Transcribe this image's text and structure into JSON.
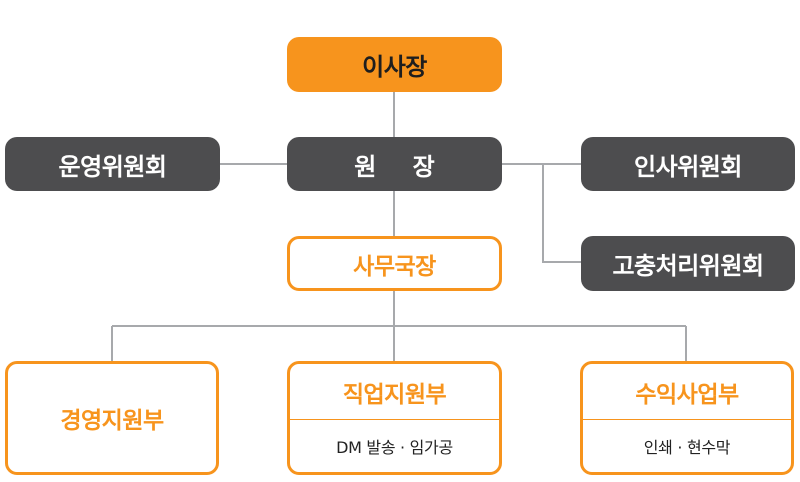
{
  "chairman": "이사장",
  "director": "원 장",
  "operating_committee": "운영위원회",
  "personnel_committee": "인사위원회",
  "grievance_committee": "고충처리위원회",
  "secretary_general": "사무국장",
  "management_support": "경영지원부",
  "job_support": {
    "title": "직업지원부",
    "duties": "DM 발송 · 임가공"
  },
  "profit_business": {
    "title": "수익사업부",
    "duties": "인쇄 · 현수막"
  },
  "colors": {
    "accent_orange": "#f7941d",
    "dark_gray": "#4d4d4f",
    "line_gray": "#a7a9ac"
  }
}
